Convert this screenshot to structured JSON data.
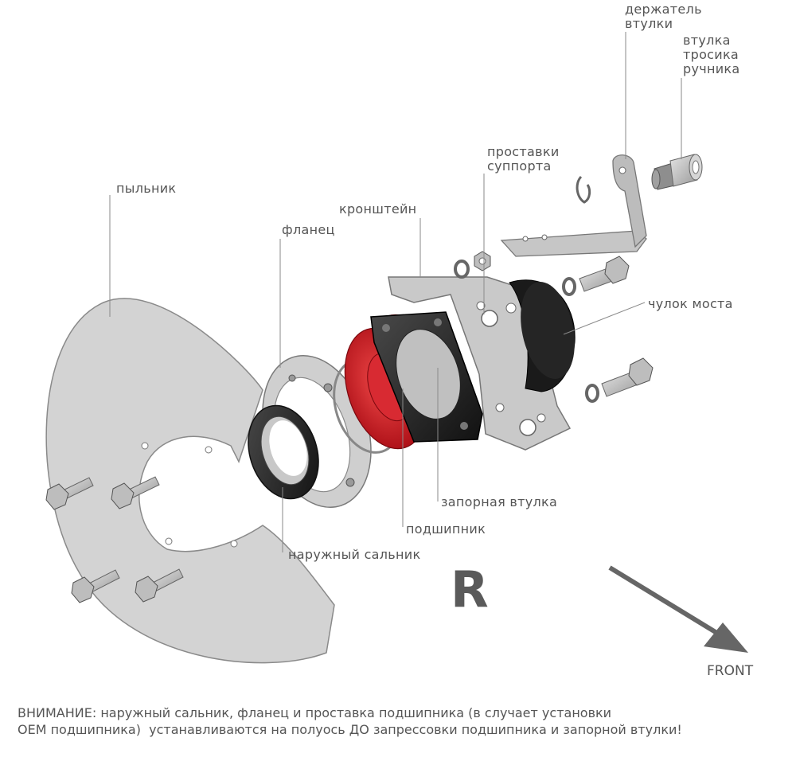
{
  "diagram": {
    "labels": {
      "derzhatel": "держатель\nвтулки",
      "vtulka_trosika": "втулка\nтросика\nручника",
      "prostavki": "проставки\nсуппорта",
      "kronshtein": "кронштейн",
      "pylnik": "пыльник",
      "flanets": "фланец",
      "chulok": "чулок моста",
      "zapornaya": "запорная втулка",
      "podshipnik": "подшипник",
      "salnik": "наружный сальник"
    },
    "side_letter": "R",
    "front_label": "FRONT",
    "warning_text": "ВНИМАНИЕ: наружный сальник, фланец и проставка подшипника (в случает установки\nОЕМ подшипника)  устанавливаются на полуось ДО запрессовки подшипника и запорной втулки!"
  },
  "colors": {
    "bearing_red": "#d2121c",
    "lock_sleeve_orange": "#e58a2c",
    "seal_dark": "#2f2f2f",
    "plate_gray": "#cfcfcf",
    "text_gray": "#555555"
  }
}
